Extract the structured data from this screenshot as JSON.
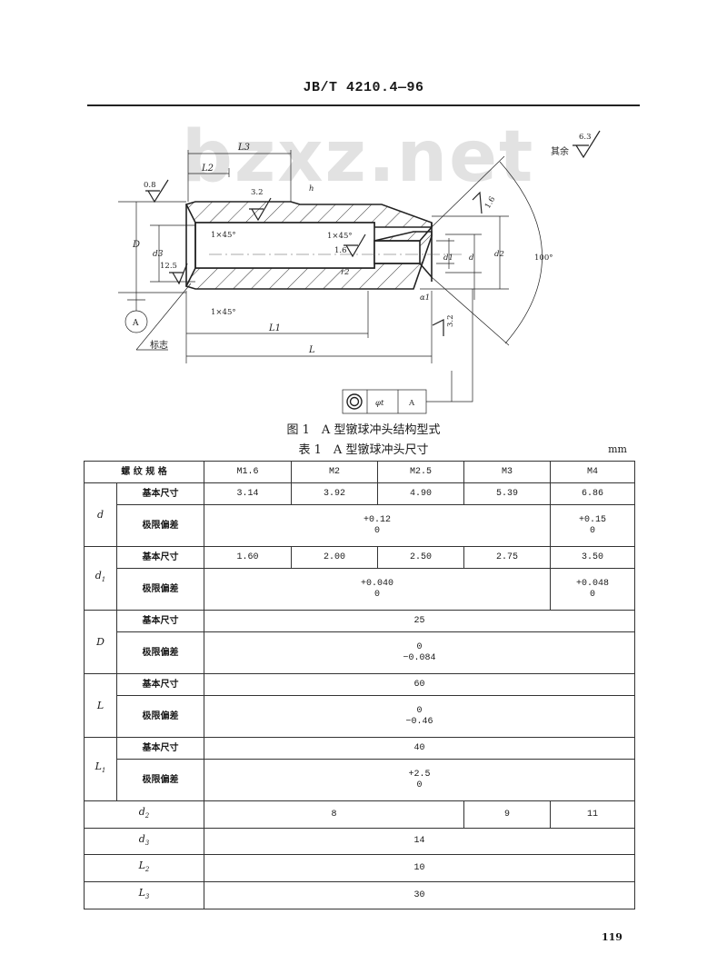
{
  "header": {
    "standard_code": "JB/T 4210.4—96"
  },
  "watermark": "bzxz.net",
  "drawing": {
    "roughness_general_label": "其余",
    "roughness_general_value": "6.3",
    "roughness_values": [
      "0.8",
      "3.2",
      "1.6",
      "12.5",
      "1.6",
      "3.2"
    ],
    "chamfer_labels": [
      "1×45°",
      "1×45°",
      "1×45°"
    ],
    "radius_label": "r2",
    "angle_label": "100°",
    "alpha_label": "α1",
    "marking_label": "标志",
    "datum_label": "A",
    "dim_labels": {
      "L3": "L3",
      "L2": "L2",
      "h": "h",
      "D": "D",
      "d3": "d3",
      "d1": "d1",
      "d": "d",
      "d2": "d2",
      "L1": "L1",
      "L": "L"
    },
    "tolerance_frame": {
      "symbol": "◎",
      "value": "φt",
      "datum": "A"
    }
  },
  "figure_caption": "图 1　A 型镦球冲头结构型式",
  "table_caption": "表 1　A 型镦球冲头尺寸",
  "unit": "mm",
  "table": {
    "header_label": "螺 纹 规 格",
    "columns": [
      "M1.6",
      "M2",
      "M2.5",
      "M3",
      "M4"
    ],
    "basic_label": "基本尺寸",
    "tol_label": "极限偏差",
    "d": {
      "symbol": "d",
      "basic": [
        "3.14",
        "3.92",
        "4.90",
        "5.39",
        "6.86"
      ],
      "tol_a_upper": "+0.12",
      "tol_a_lower": "0",
      "tol_b_upper": "+0.15",
      "tol_b_lower": "0"
    },
    "d1": {
      "symbol": "d",
      "sub": "1",
      "basic": [
        "1.60",
        "2.00",
        "2.50",
        "2.75",
        "3.50"
      ],
      "tol_a_upper": "+0.040",
      "tol_a_lower": "0",
      "tol_b_upper": "+0.048",
      "tol_b_lower": "0"
    },
    "D": {
      "symbol": "D",
      "basic": "25",
      "tol_upper": "0",
      "tol_lower": "−0.084"
    },
    "L": {
      "symbol": "L",
      "basic": "60",
      "tol_upper": "0",
      "tol_lower": "−0.46"
    },
    "L1": {
      "symbol": "L",
      "sub": "1",
      "basic": "40",
      "tol_upper": "+2.5",
      "tol_lower": "0"
    },
    "d2": {
      "symbol": "d",
      "sub": "2",
      "values": [
        "8",
        "9",
        "11"
      ]
    },
    "d3": {
      "symbol": "d",
      "sub": "3",
      "value": "14"
    },
    "L2": {
      "symbol": "L",
      "sub": "2",
      "value": "10"
    },
    "L3": {
      "symbol": "L",
      "sub": "3",
      "value": "30"
    }
  },
  "page_number": "119"
}
